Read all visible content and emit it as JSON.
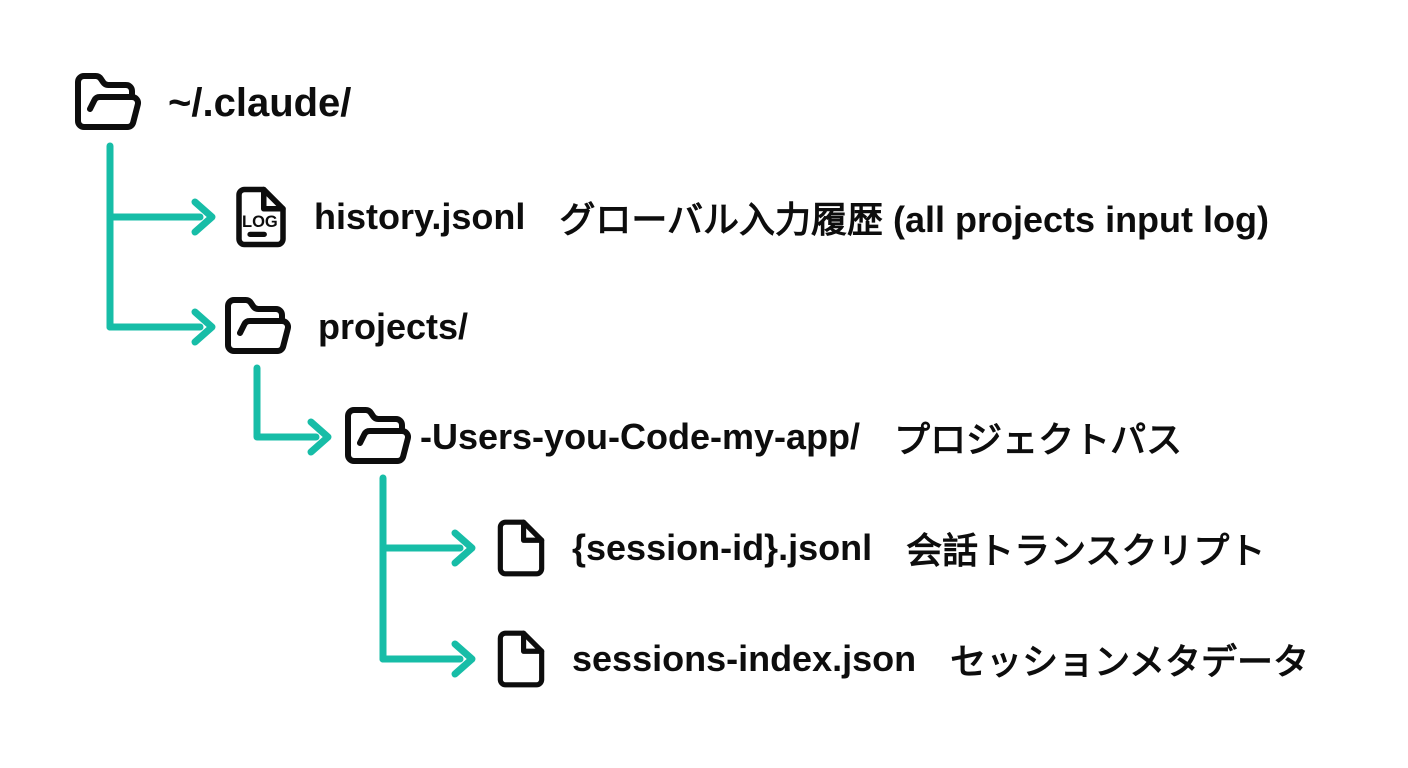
{
  "colors": {
    "accent": "#17bda7",
    "ink": "#0d0d0d",
    "background": "#ffffff"
  },
  "tree": {
    "root": {
      "name": "~/.claude/",
      "icon": "folder-open-icon"
    },
    "children": [
      {
        "name": "history.jsonl",
        "description": "グローバル入力履歴 (all projects input log)",
        "icon": "log-file-icon",
        "icon_label": "LOG"
      },
      {
        "name": "projects/",
        "description": "",
        "icon": "folder-open-icon",
        "children": [
          {
            "name": "-Users-you-Code-my-app/",
            "description": "プロジェクトパス",
            "icon": "folder-open-icon",
            "children": [
              {
                "name": "{session-id}.jsonl",
                "description": "会話トランスクリプト",
                "icon": "file-icon"
              },
              {
                "name": "sessions-index.json",
                "description": "セッションメタデータ",
                "icon": "file-icon"
              }
            ]
          }
        ]
      }
    ]
  }
}
